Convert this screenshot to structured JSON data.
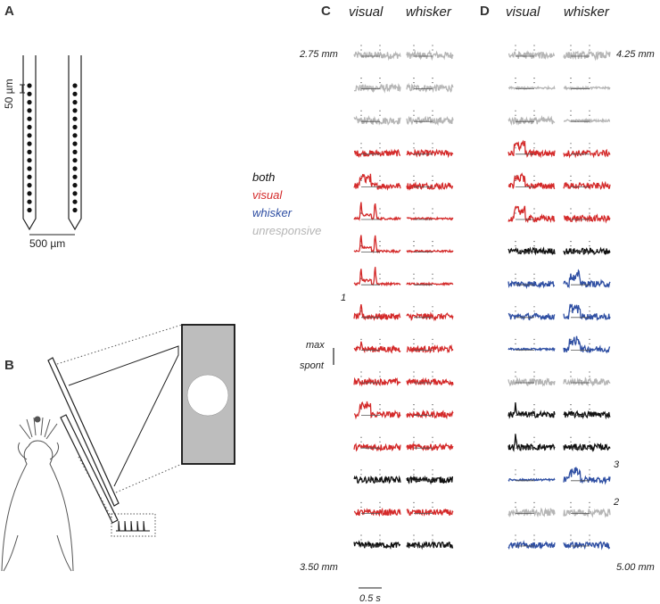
{
  "panels": {
    "A": {
      "letter": "A",
      "scale_vertical": "50 µm",
      "scale_horizontal": "500 µm"
    },
    "B": {
      "letter": "B"
    },
    "C": {
      "letter": "C",
      "col_visual": "visual",
      "col_whisker": "whisker",
      "depth_top": "2.75 mm",
      "depth_bottom": "3.50 mm",
      "row_marker": "1",
      "row_marker_row": 7,
      "time_scale": "0.5 s"
    },
    "D": {
      "letter": "D",
      "col_visual": "visual",
      "col_whisker": "whisker",
      "depth_top": "4.25 mm",
      "depth_bottom": "5.00 mm",
      "row_marker_3": "3",
      "row_marker_3_row": 12,
      "row_marker_2": "2",
      "row_marker_2_row": 13
    }
  },
  "legend": {
    "both": "both",
    "visual": "visual",
    "whisker": "whisker",
    "unresponsive": "unresponsive"
  },
  "rate_scale": {
    "max": "max",
    "spont": "spont"
  },
  "colors": {
    "both": "#111111",
    "visual": "#d42a2a",
    "whisker": "#2f4fa3",
    "unresponsive": "#b5b5b5"
  },
  "classes_C": [
    "unresponsive",
    "unresponsive",
    "unresponsive",
    "visual",
    "visual",
    "visual",
    "visual",
    "visual",
    "visual",
    "visual",
    "visual",
    "visual",
    "visual",
    "both",
    "visual",
    "both"
  ],
  "classes_D": [
    "unresponsive",
    "unresponsive",
    "unresponsive",
    "visual",
    "visual",
    "visual",
    "both",
    "whisker",
    "whisker",
    "whisker",
    "unresponsive",
    "both",
    "both",
    "whisker",
    "unresponsive",
    "whisker"
  ]
}
